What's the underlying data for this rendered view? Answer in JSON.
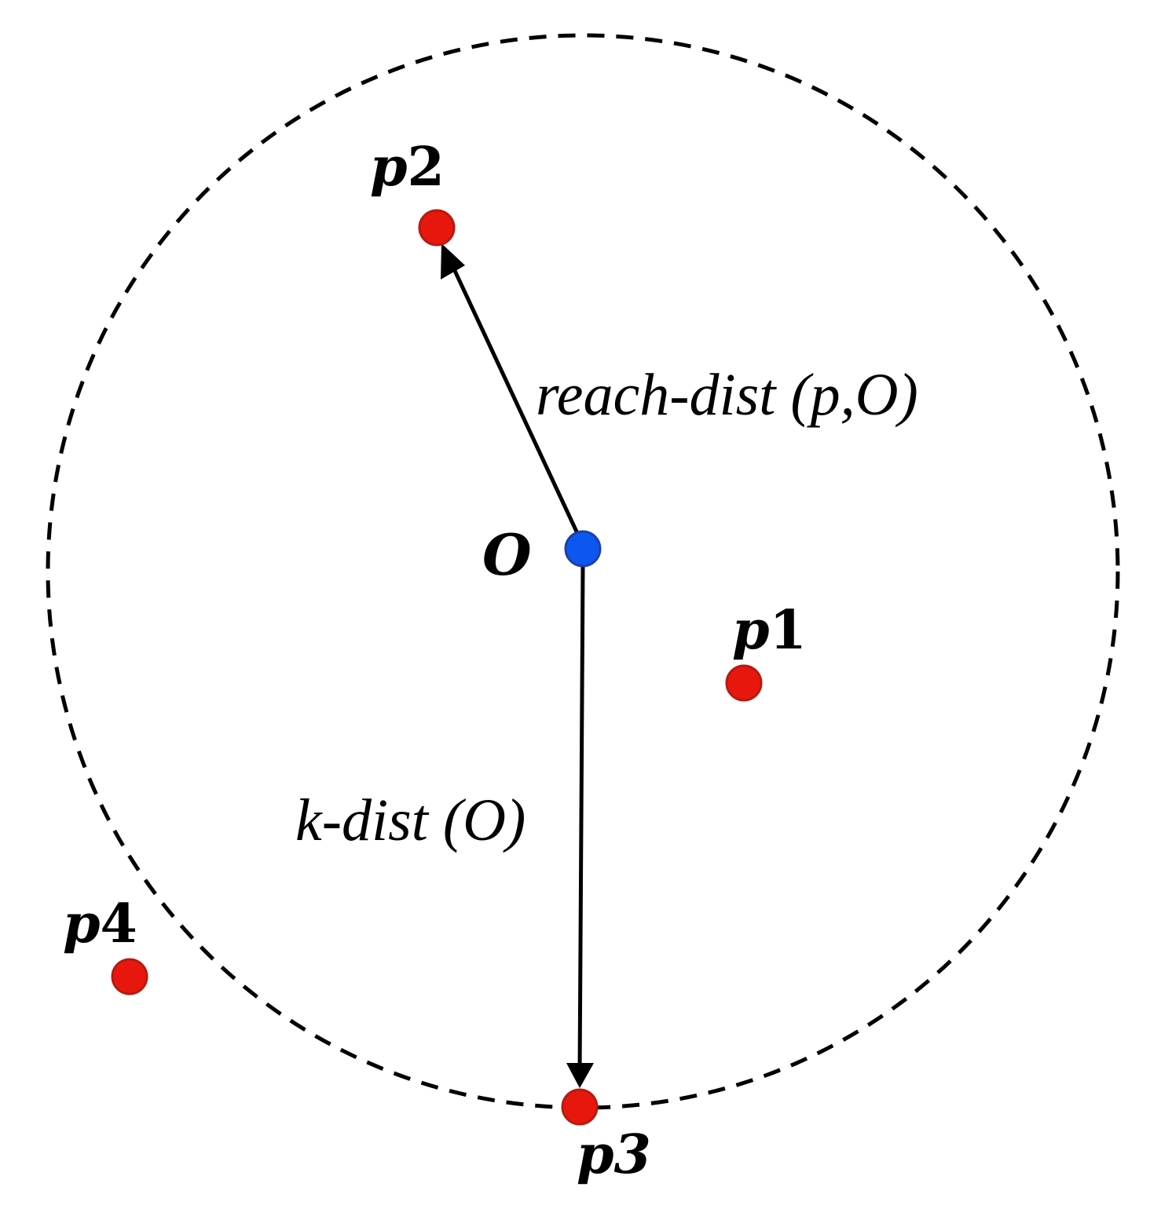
{
  "center": {
    "label": "O",
    "color": "#0b57f0",
    "stroke": "#1f3fa8"
  },
  "points": [
    {
      "id": "p2",
      "prefix": "p",
      "digit": "2",
      "italic_digit": false,
      "color": "#e8170d",
      "stroke": "#b81a10"
    },
    {
      "id": "p1",
      "prefix": "p",
      "digit": "1",
      "italic_digit": false,
      "color": "#e8170d",
      "stroke": "#b81a10"
    },
    {
      "id": "p4",
      "prefix": "p",
      "digit": "4",
      "italic_digit": false,
      "color": "#e8170d",
      "stroke": "#b81a10"
    },
    {
      "id": "p3",
      "prefix": "p",
      "digit": "3",
      "italic_digit": true,
      "color": "#e8170d",
      "stroke": "#b81a10"
    }
  ],
  "edges": [
    {
      "id": "reach",
      "label": "reach-dist (p,O)",
      "from": "O",
      "to": "p2"
    },
    {
      "id": "kdist",
      "label": "k-dist (O)",
      "from": "O",
      "to": "p3"
    }
  ],
  "boundary": {
    "style": "dashed",
    "color": "#000000"
  }
}
